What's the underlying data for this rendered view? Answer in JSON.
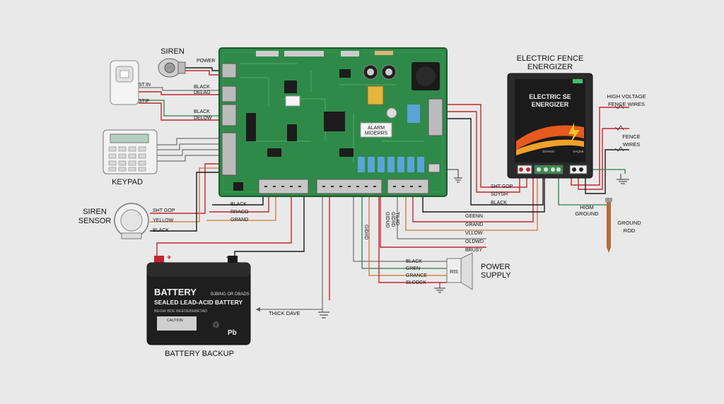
{
  "components": {
    "siren": "SIREN",
    "keypad": "KEYPAD",
    "siren_sensor": "SIREN\nSENSOR",
    "energizer_title": "ELECTRIC FENCE\nENERGIZER",
    "energizer_screen": "ELECTRIC SE\nENERGIZER",
    "hv_wires": "HIGH VOLTAGE\nFENCE WIRES",
    "fence_wires": "FENCE\nWIRES",
    "ground_rod": "GROUND\nROD",
    "hiom_ground": "HIOM\nGROUND",
    "power_supply": "POWER\nSUPPLY",
    "battery_backup": "BATTERY BACKUP",
    "thick_dave": "THICK DAVE",
    "pcb_label": "ALARM\nMIDERRS",
    "ps_device": "RIS"
  },
  "battery": {
    "title": "BATTERY",
    "subtitle": "SEALED LEAD-ACID BATTERY",
    "corner": "BJBING OR DBADS",
    "fine1": "BEGW BDE BEEDEBEBETAD",
    "caution": "CAUTION:",
    "pb": "Pb",
    "plus": "+",
    "minus": "−"
  },
  "left_labels": {
    "power": "POWER",
    "stin": "ST.IN",
    "stif": "STIF",
    "black1": "BLACK",
    "delag": "DELAG",
    "black2": "BLACK",
    "delow": "DELOW",
    "sht_gop": "SHT GOP",
    "yellow": "YELLOW",
    "black3": "BLACK",
    "black4": "BLACK",
    "rraco": "RRACO",
    "grand": "GRAND"
  },
  "right_labels": {
    "sht_gop": "SHT GOP",
    "sdysh": "SDYSH",
    "black": "BLACK",
    "geenn": "GEENN",
    "grand": "GRAND",
    "vllow": "VLLOW",
    "oldwd": "OLDWD",
    "brusy": "BRUSY"
  },
  "bottom_labels": {
    "black": "BLACK",
    "gren": "GREN",
    "grange": "GRANCE",
    "slcock": "SLCOCK",
    "v1": "GIDIID",
    "v2": "GIDUD",
    "v3": "GIDIID",
    "v4": "TILIID"
  },
  "energizer_terminals": [
    "SOAKIO",
    "SAQSE"
  ],
  "colors": {
    "pcb": "#2f8a49",
    "wire_red": "#c1272d",
    "wire_black": "#1a1a1a",
    "wire_green": "#2e7d4f",
    "wire_orange": "#c9773a",
    "terminal_blue": "#5aa4d6",
    "background": "#e9e9e9"
  }
}
